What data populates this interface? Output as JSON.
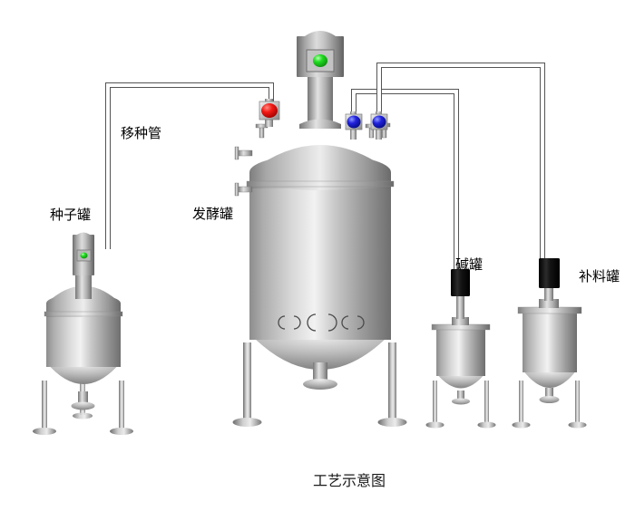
{
  "diagram": {
    "caption": "工艺示意图",
    "background_color": "#ffffff",
    "text_color": "#000000"
  },
  "labels": {
    "seed_tank": "种子罐",
    "transfer_pipe": "移种管",
    "fermenter": "发酵罐",
    "alkali_tank": "碱罐",
    "feed_tank": "补料罐"
  },
  "equipment": [
    {
      "name": "seed-tank",
      "label": "种子罐",
      "type": "agitated-vessel",
      "motor_indicator": "green"
    },
    {
      "name": "fermenter",
      "label": "发酵罐",
      "type": "agitated-vessel",
      "motor_indicator": "green"
    },
    {
      "name": "alkali-tank",
      "label": "碱罐",
      "type": "agitated-vessel",
      "motor_indicator": "black"
    },
    {
      "name": "feed-tank",
      "label": "补料罐",
      "type": "agitated-vessel",
      "motor_indicator": "black"
    }
  ],
  "valves": [
    {
      "name": "transfer-valve",
      "color": "#ee1111",
      "state": "red"
    },
    {
      "name": "alkali-valve",
      "color": "#1e22dd",
      "state": "blue"
    },
    {
      "name": "feed-valve",
      "color": "#1e22dd",
      "state": "blue"
    }
  ],
  "colors": {
    "valve_red": "#ee1111",
    "valve_blue": "#1e22dd",
    "indicator_green": "#22dd22",
    "metal_light": "#e8e8e8",
    "metal_mid": "#9a9a9a",
    "metal_dark": "#5c5c5c",
    "pipe_line": "#555555",
    "motor_black": "#1a1a1a"
  }
}
